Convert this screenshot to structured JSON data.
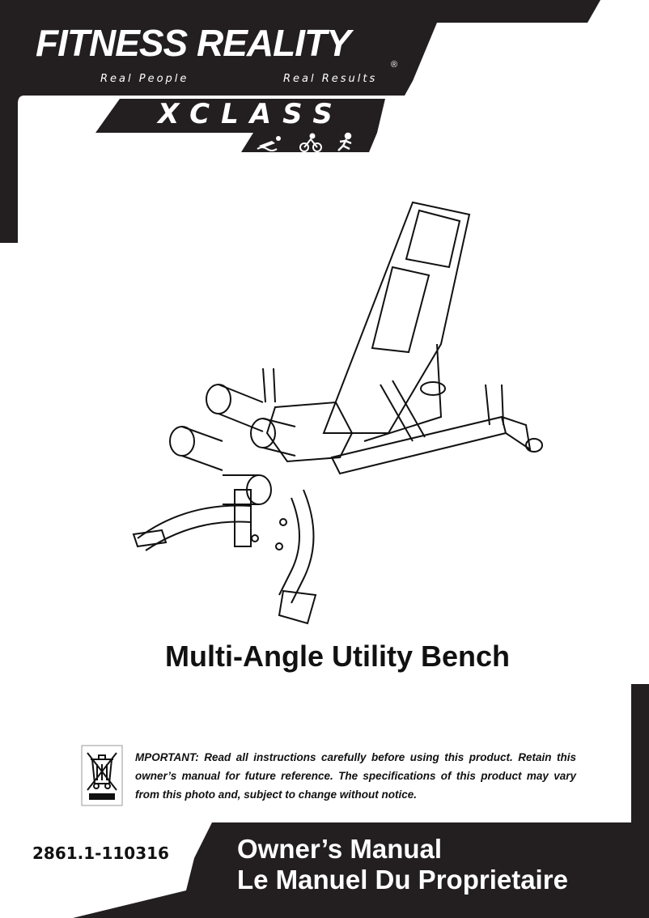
{
  "brand": {
    "name": "FITNESS REALITY",
    "tagline_left": "Real People",
    "tagline_right": "Real Results",
    "registered_mark": "®",
    "series_badge": "XCLASS",
    "badge_icons": [
      "swimmer-icon",
      "cyclist-icon",
      "runner-icon"
    ]
  },
  "product": {
    "title": "Multi-Angle Utility Bench",
    "illustration": "bench-illustration"
  },
  "notice": {
    "icon": "weee-crossed-bin-icon",
    "text": "MPORTANT: Read all instructions carefully before using this product. Retain this owner’s manual for future reference. The specifications of this product may vary from this photo and, subject to change without notice."
  },
  "footer": {
    "model_number": "2861.1-110316",
    "manual_title_en": "Owner’s Manual",
    "manual_title_fr": "Le Manuel Du Proprietaire"
  },
  "colors": {
    "band": "#231f20",
    "text_on_band": "#ffffff"
  }
}
